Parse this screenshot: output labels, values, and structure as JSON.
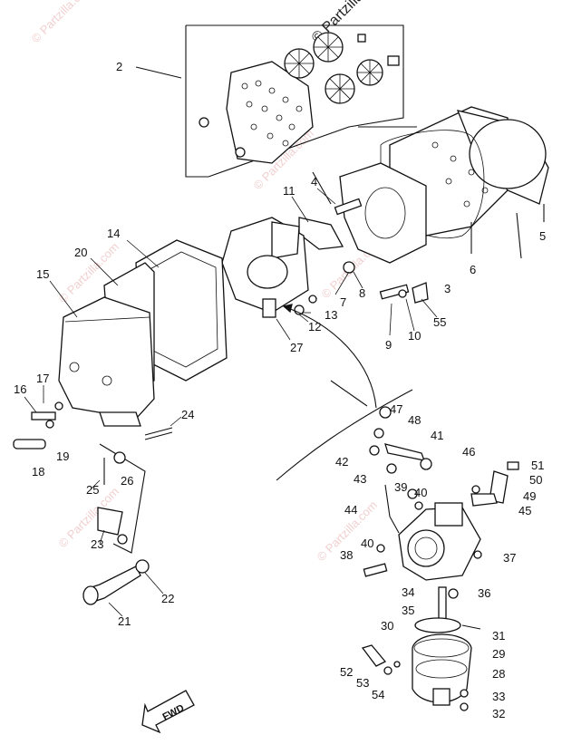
{
  "watermark": "© Partzilla.com",
  "header_watermark": "© Partzilla",
  "fwd_label": "FWD",
  "labels": {
    "l2": "2",
    "l3": "3",
    "l4": "4",
    "l5": "5",
    "l6": "6",
    "l7": "7",
    "l8": "8",
    "l9": "9",
    "l10": "10",
    "l11": "11",
    "l12": "12",
    "l13": "13",
    "l14": "14",
    "l15": "15",
    "l16": "16",
    "l17": "17",
    "l18": "18",
    "l19": "19",
    "l20": "20",
    "l21": "21",
    "l22": "22",
    "l23": "23",
    "l24": "24",
    "l25": "25",
    "l26": "26",
    "l27": "27",
    "l28": "28",
    "l29": "29",
    "l30": "30",
    "l31": "31",
    "l32": "32",
    "l33": "33",
    "l34": "34",
    "l35": "35",
    "l36": "36",
    "l37": "37",
    "l38": "38",
    "l39": "39",
    "l40a": "40",
    "l40b": "40",
    "l41": "41",
    "l42": "42",
    "l43": "43",
    "l44": "44",
    "l45": "45",
    "l46": "46",
    "l47": "47",
    "l48": "48",
    "l49": "49",
    "l50": "50",
    "l51": "51",
    "l52": "52",
    "l53": "53",
    "l54": "54",
    "l55": "55"
  }
}
